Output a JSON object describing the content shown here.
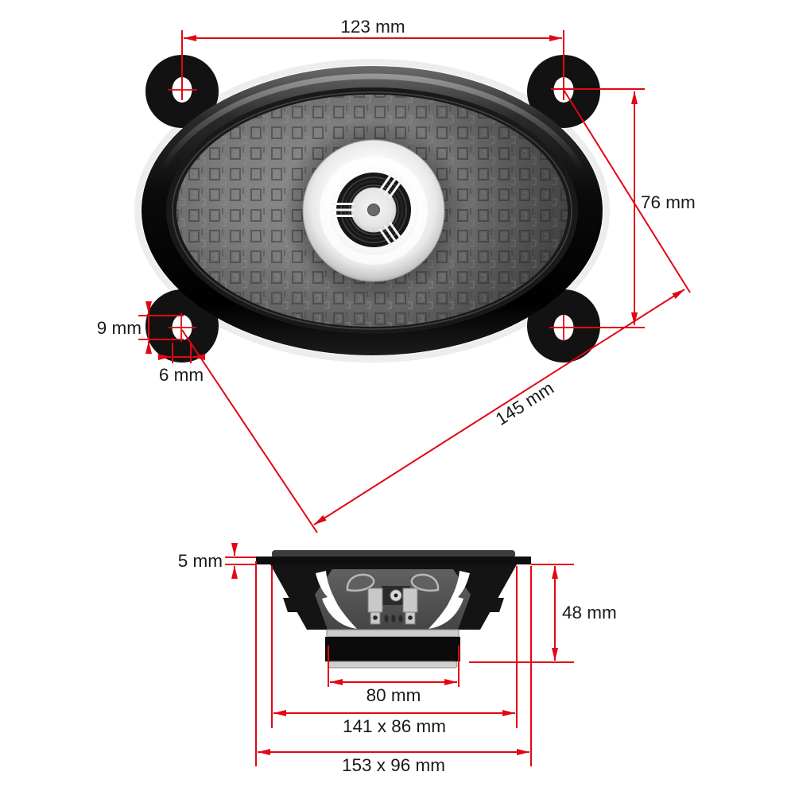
{
  "page": {
    "background": "#ffffff"
  },
  "style": {
    "dimension_color": "#e30613",
    "label_color": "#1a1a1a"
  },
  "front_view": {
    "dim_mount_width": "123 mm",
    "dim_mount_height": "76 mm",
    "dim_hole_length": "9 mm",
    "dim_hole_width": "6 mm",
    "dim_mount_diagonal": "145 mm"
  },
  "side_view": {
    "dim_flange_thickness": "5 mm",
    "dim_mounting_depth": "48 mm",
    "dim_magnet_width": "80 mm",
    "dim_cutout_size": "141 x 86 mm",
    "dim_overall_size": "153 x 96 mm"
  }
}
